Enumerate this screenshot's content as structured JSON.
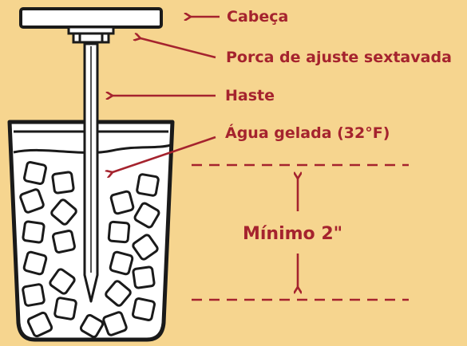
{
  "labels": {
    "head": "Cabeça",
    "nut": "Porca de ajuste sextavada",
    "stem": "Haste",
    "ice_water": "Água gelada (32°F)",
    "minimum": "Mínimo 2\""
  },
  "colors": {
    "background": "#f6d58f",
    "accent": "#a5232e",
    "outline": "#1a1a1a",
    "fill": "#ffffff"
  }
}
